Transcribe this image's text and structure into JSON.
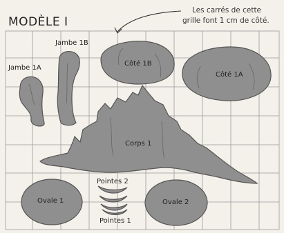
{
  "title": "MODÈLE I",
  "note": {
    "line1": "Les carrés de cette",
    "line2": "grille font 1 cm de côté."
  },
  "pieces": {
    "jambe_1b": "Jambe 1B",
    "jambe_1a": "Jambe 1A",
    "cote_1b": "Côté 1B",
    "cote_1a": "Côté 1A",
    "corps_1": "Corps 1",
    "ovale_1": "Ovale 1",
    "ovale_2": "Ovale 2",
    "pointes_2": "Pointes 2",
    "pointes_1": "Pointes 1"
  },
  "colors": {
    "paper": "#f4f1ea",
    "grid": "#9a9a9a",
    "piece_fill": "#8f8f8f",
    "piece_stroke": "#555555",
    "text": "#222222"
  }
}
